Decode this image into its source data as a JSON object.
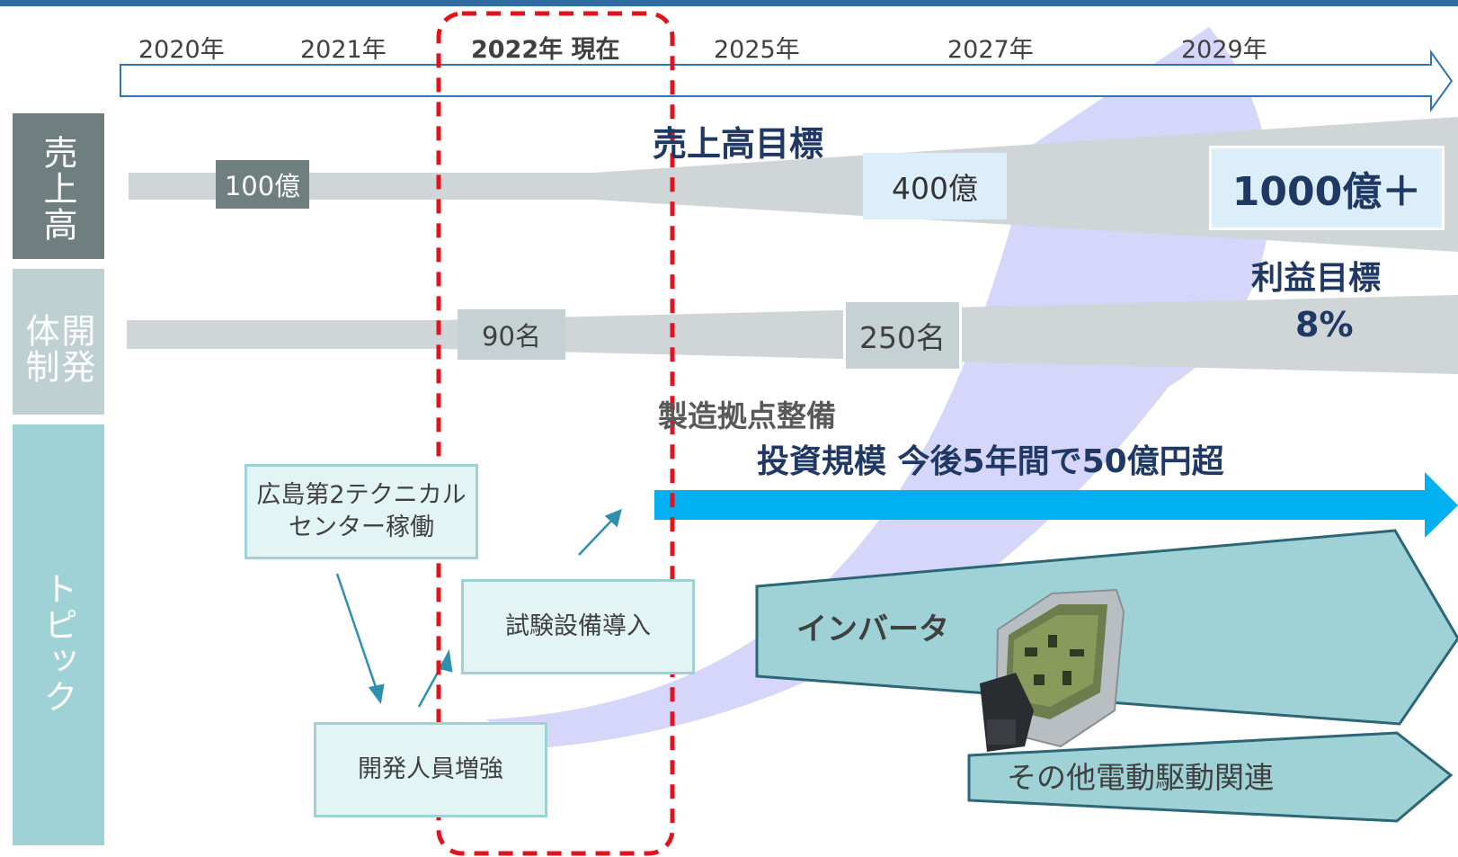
{
  "timeline": {
    "years": [
      "2020年",
      "2021年",
      "2022年 現在",
      "2025年",
      "2027年",
      "2029年"
    ]
  },
  "row_labels": {
    "sales": "売上高",
    "dev_col1": "体制",
    "dev_col2": "開発",
    "topics": "トピック"
  },
  "sales": {
    "v2020": "100億",
    "v2025": "400億",
    "target_title": "売上高目標",
    "target_value": "1000億＋",
    "profit_title": "利益目標",
    "profit_value": "8%"
  },
  "dev": {
    "v2022": "90名",
    "v2027": "250名"
  },
  "topics": {
    "hiroshima": "広島第2テクニカルセンター稼働",
    "hiroshima_line1": "広島第2テクニカル",
    "hiroshima_line2": "センター稼働",
    "test_equipment": "試験設備導入",
    "staff_increase": "開発人員増強",
    "manufacturing": "製造拠点整備",
    "investment": "投資規模 今後5年間で50億円超",
    "inverter": "インバータ",
    "other_drive": "その他電動駆動関連"
  },
  "colors": {
    "accent_blue": "#00b0f0",
    "navy": "#1f3864",
    "teal": "#9ed2d6",
    "current_frame": "#e0141e",
    "growth_curve": "#d6d6fb"
  }
}
